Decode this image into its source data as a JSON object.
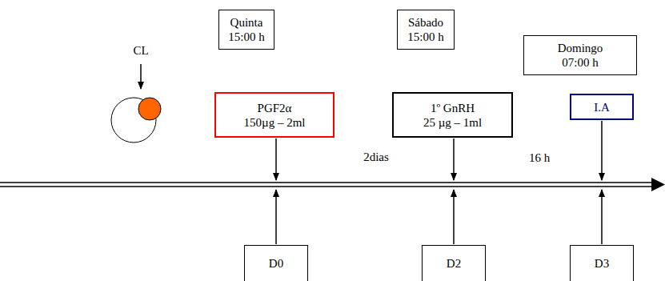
{
  "diagram": {
    "nodes": [
      {
        "text": [
          "Quinta",
          "15:00 h"
        ]
      },
      {
        "text": [
          "Sábado",
          "15:00 h"
        ]
      },
      {
        "text": [
          "Domingo",
          "07:00 h"
        ]
      },
      {
        "text": [
          "PGF2α",
          "150µg – 2ml"
        ]
      },
      {
        "text": [
          "1º GnRH",
          "25 µg – 1ml"
        ]
      },
      {
        "text": [
          "I.A"
        ]
      },
      {
        "text": [
          "D0"
        ]
      },
      {
        "text": [
          "D2"
        ]
      },
      {
        "text": [
          "D3"
        ]
      }
    ],
    "labels": [
      "CL",
      "2dias",
      "16 h"
    ]
  }
}
